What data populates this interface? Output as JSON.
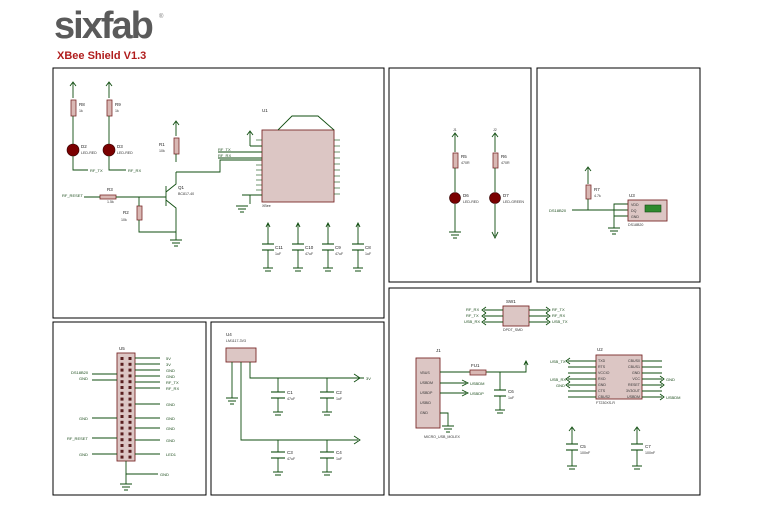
{
  "header": {
    "logo_text": "sixfab",
    "logo_mark": "®",
    "subtitle": "XBee Shield V1.3"
  },
  "panels": {
    "xbee": {
      "chip": "U1",
      "chip_model": "XBee",
      "resistors": [
        "R8",
        "R9",
        "R1",
        "R3",
        "R2"
      ],
      "resistor_values": [
        "1k",
        "1k",
        "10k",
        "1.5k",
        "10k"
      ],
      "leds": [
        "D2",
        "D3"
      ],
      "led_values": [
        "LED-RED",
        "LED-RED"
      ],
      "transistor": "Q1",
      "transistor_model": "BC817-40",
      "nets": [
        "RF_TX",
        "RF_RX",
        "RF_RESET"
      ],
      "caps": [
        "C11",
        "C10",
        "C9",
        "C8"
      ],
      "cap_values": [
        "1uF",
        "47uF",
        "47uF",
        "1uF"
      ]
    },
    "leds": {
      "resistors": [
        "R5",
        "R6"
      ],
      "resistor_values": [
        "470R",
        "470R"
      ],
      "diodes": [
        "D6",
        "D7"
      ],
      "diode_values": [
        "LED-RED",
        "LED-GREEN"
      ],
      "top_labels": [
        "J1",
        "J2"
      ]
    },
    "sensor": {
      "resistor": "R7",
      "resistor_value": "4.7k",
      "chip": "U3",
      "chip_model": "DS18B20",
      "net": "DS18B20",
      "pins": [
        "VDD",
        "DQ",
        "GND"
      ]
    },
    "header": {
      "chip": "U5",
      "left_nets": [
        "DS18B20",
        "GND",
        "GND",
        "RF_RESET",
        "GND"
      ],
      "right_nets": [
        "5V",
        "3V",
        "GND",
        "GND",
        "RF_TX",
        "RF_RX",
        "GND",
        "GND",
        "GND",
        "GND",
        "LED1"
      ],
      "bottom_net": "GND"
    },
    "regulator": {
      "chip": "U4",
      "chip_model": "LM1117-3V3",
      "net": "3V",
      "caps": [
        "C1",
        "C2",
        "C3",
        "C4"
      ],
      "cap_values": [
        "47uF",
        "1uF",
        "47uF",
        "1uF"
      ]
    },
    "usb": {
      "switch": "SW1",
      "switch_model": "DPDT_SMD",
      "switch_left": [
        "RF_RX",
        "RF_TX",
        "USB_RX"
      ],
      "switch_right": [
        "RF_TX",
        "RF_RX",
        "USB_TX"
      ],
      "connector": "J1",
      "connector_model": "MICRO_USB_MOLEX",
      "connector_pins": [
        "VBUS",
        "USBDM",
        "USBDP",
        "USBID",
        "GND"
      ],
      "fuse": "FU1",
      "cap": "C6",
      "cap_value": "1uF",
      "nets": [
        "USBDM",
        "USBDP"
      ],
      "chip": "U2",
      "chip_model": "FT230XS-R",
      "chip_left_pins": [
        "TXD",
        "RTS",
        "VCCIO",
        "RXD",
        "GND",
        "CTS",
        "CBUS2"
      ],
      "chip_right_pins": [
        "CBUS0",
        "CBUS1",
        "GND",
        "VCC",
        "RESET",
        "3V3OUT",
        "USBDM"
      ],
      "chip_left_nets": [
        "USB_TX",
        "USB_RX",
        "GND"
      ],
      "chip_right_nets": [
        "GND",
        "USBDM"
      ],
      "extra_caps": [
        "C5",
        "C7"
      ],
      "extra_cap_values": [
        "100nF",
        "100nF"
      ]
    }
  }
}
